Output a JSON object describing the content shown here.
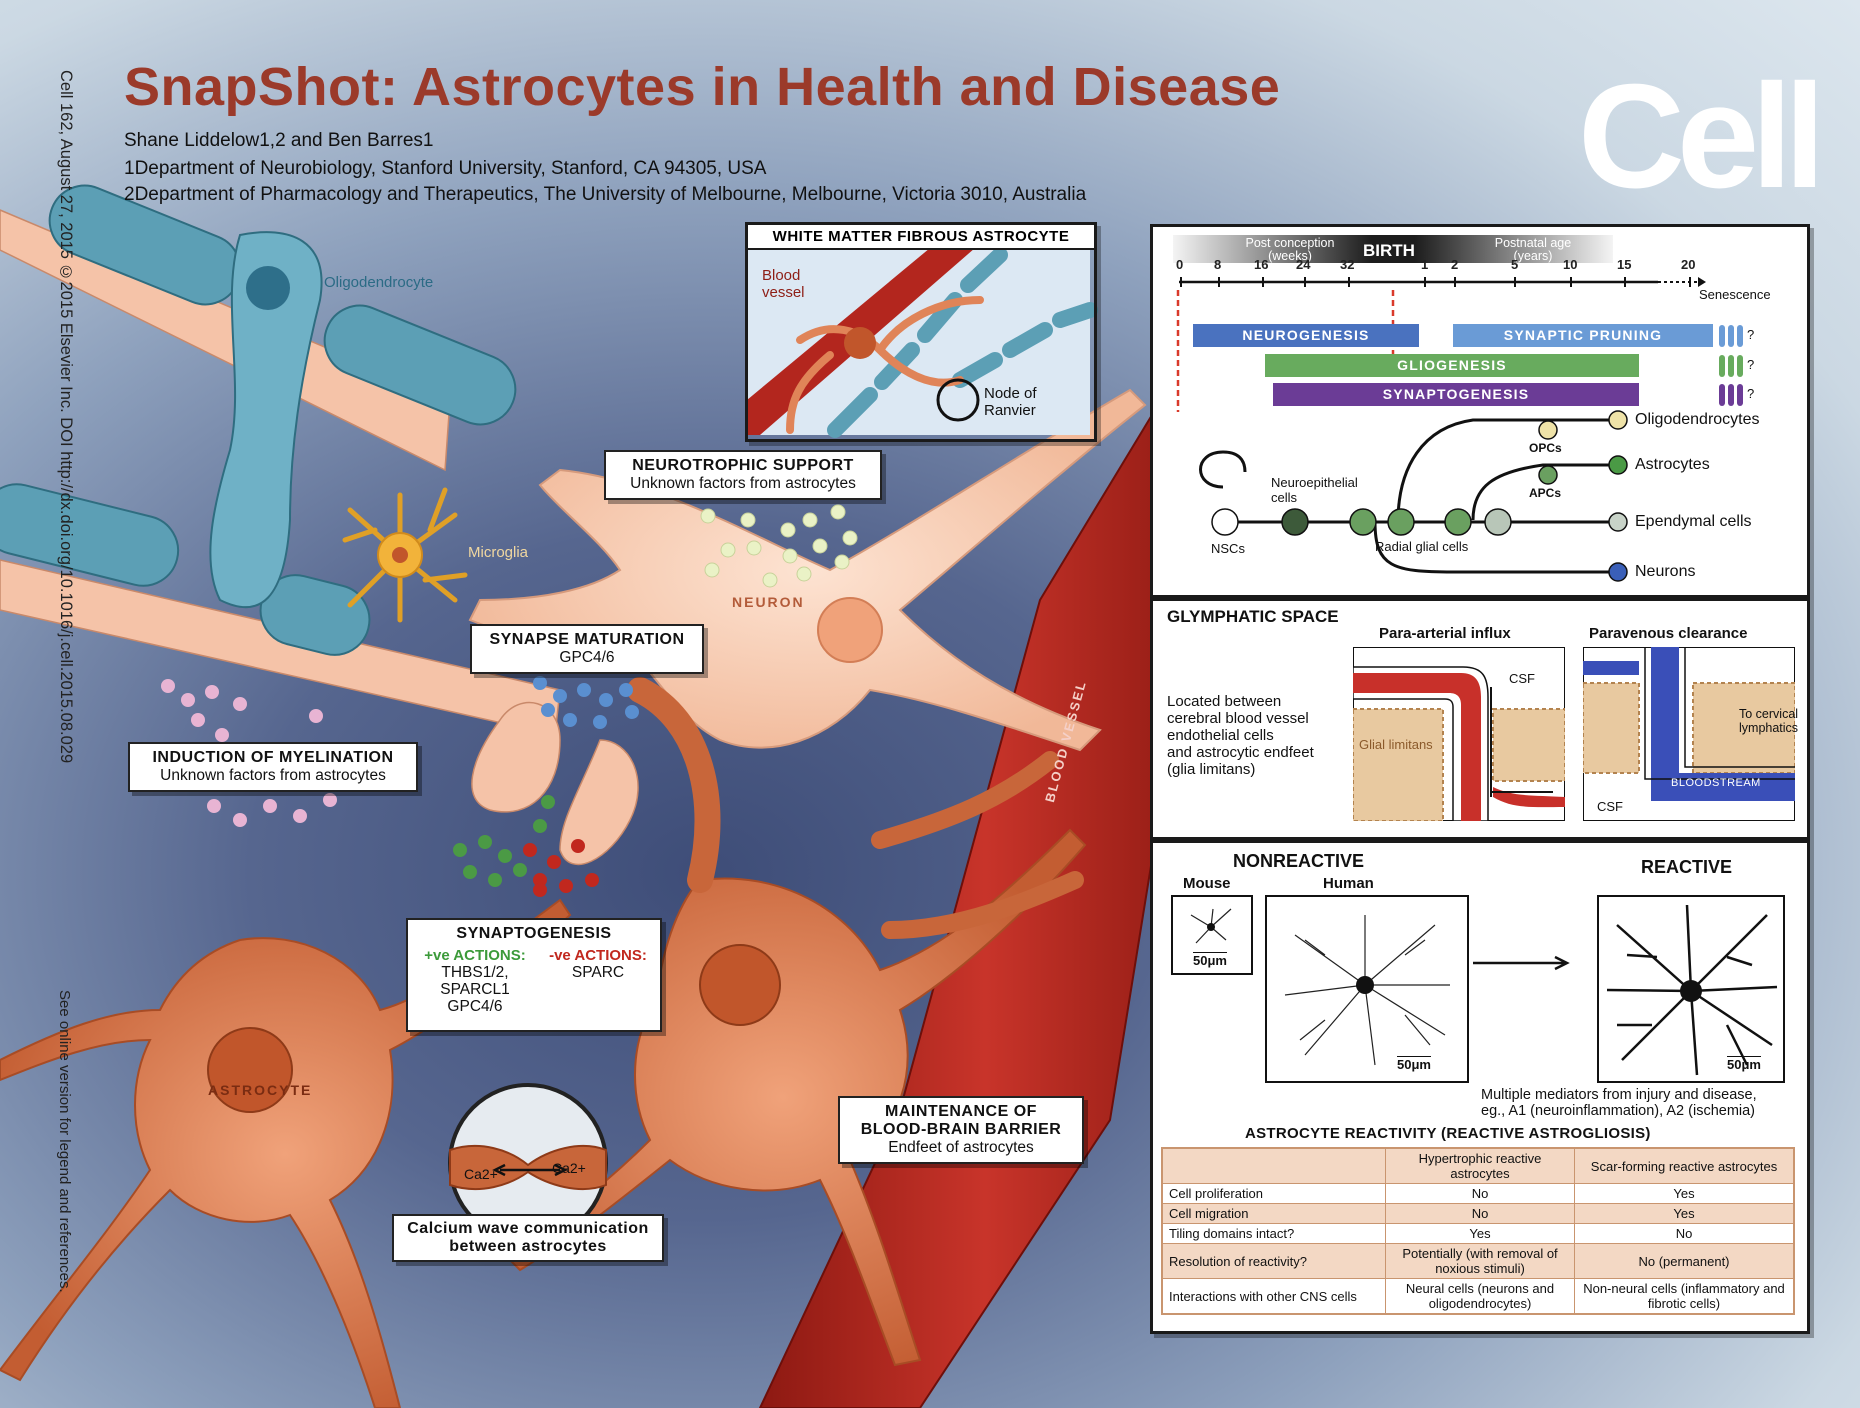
{
  "header": {
    "title": "SnapShot: Astrocytes in Health and Disease",
    "authors": "Shane Liddelow1,2 and Ben Barres1",
    "affiliation_1": "1Department of Neurobiology, Stanford University, Stanford, CA 94305, USA",
    "affiliation_2": "2Department of Pharmacology and Therapeutics, The University of Melbourne, Melbourne, Victoria 3010, Australia",
    "journal_logo": "Cell"
  },
  "sidebar": {
    "citation": "Cell 162, August 27, 2015 ©2015 Elsevier Inc.    DOI http://dx.doi.org/10.1016/j.cell.2015.08.029",
    "online_note": "See online version for legend and references."
  },
  "illustration": {
    "labels": {
      "oligodendrocyte": "Oligodendrocyte",
      "microglia": "Microglia",
      "neuron": "NEURON",
      "astrocyte": "ASTROCYTE",
      "blood_vessel": "BLOOD VESSEL",
      "ca_left": "Ca2+",
      "ca_right": "Ca2+"
    },
    "white_matter": {
      "heading": "WHITE MATTER FIBROUS ASTROCYTE",
      "blood_vessel": "Blood vessel",
      "node": "Node of Ranvier"
    },
    "callouts": {
      "neurotrophic_heading": "NEUROTROPHIC SUPPORT",
      "neurotrophic_text": "Unknown factors from astrocytes",
      "synapse_heading": "SYNAPSE MATURATION",
      "synapse_text": "GPC4/6",
      "myelination_heading": "INDUCTION OF MYELINATION",
      "myelination_text": "Unknown factors from astrocytes",
      "synaptogenesis_heading": "SYNAPTOGENESIS",
      "pos_actions": "+ve ACTIONS:",
      "pos_list": [
        "THBS1/2,",
        "SPARCL1",
        "GPC4/6"
      ],
      "neg_actions": "-ve ACTIONS:",
      "neg_list": "SPARC",
      "bbb_heading_1": "MAINTENANCE OF",
      "bbb_heading_2": "BLOOD-BRAIN BARRIER",
      "bbb_text": "Endfeet of astrocytes",
      "calcium_1": "Calcium wave communication",
      "calcium_2": "between astrocytes"
    },
    "colors": {
      "astrocyte": "#c8663a",
      "neuron": "#f6cbb0",
      "oligodendrocyte": "#5c9fb5",
      "vessel": "#b3261e",
      "title": "#9b3a2a"
    }
  },
  "timeline_panel": {
    "prenatal_label": "Post conception (weeks)",
    "birth": "BIRTH",
    "postnatal_label": "Postnatal age (years)",
    "prenatal_ticks": [
      "0",
      "8",
      "16",
      "24",
      "32"
    ],
    "postnatal_ticks": [
      "1",
      "2",
      "5",
      "10",
      "15",
      "20"
    ],
    "senescence": "Senescence",
    "bars": {
      "neurogenesis": "NEUROGENESIS",
      "synaptic_pruning": "SYNAPTIC PRUNING",
      "gliogenesis": "GLIOGENESIS",
      "synaptogenesis": "SYNAPTOGENESIS",
      "question": "?"
    },
    "lineage": {
      "nscs": "NSCs",
      "neuroepithelial": "Neuroepithelial cells",
      "radial_glial": "Radial glial cells",
      "opcs": "OPCs",
      "apcs": "APCs",
      "oligodendrocytes": "Oligodendrocytes",
      "astrocytes": "Astrocytes",
      "ependymal": "Ependymal cells",
      "neurons": "Neurons"
    },
    "colors": {
      "neurogenesis": "#4a72bf",
      "pruning": "#6a9bd6",
      "gliogenesis": "#68ab5e",
      "synaptogenesis": "#6b3c96"
    }
  },
  "glymphatic_panel": {
    "heading": "GLYMPHATIC SPACE",
    "description": [
      "Located between",
      "cerebral blood vessel",
      "endothelial cells",
      "and astrocytic endfeet",
      "(glia limitans)"
    ],
    "para_arterial": "Para-arterial influx",
    "paravenous": "Paravenous clearance",
    "csf": "CSF",
    "glia_limitans": "Glial limitans",
    "cervical": "To cervical lymphatics",
    "bloodstream": "BLOODSTREAM",
    "csf2": "CSF"
  },
  "reactivity_panel": {
    "nonreactive": "NONREACTIVE",
    "mouse": "Mouse",
    "human": "Human",
    "reactive": "REACTIVE",
    "scale_mouse": "50μm",
    "scale_human": "50μm",
    "scale_reactive": "50μm",
    "mediators": [
      "Multiple mediators from injury and disease,",
      "eg., A1 (neuroinflammation), A2 (ischemia)"
    ],
    "table_title": "ASTROCYTE REACTIVITY (REACTIVE ASTROGLIOSIS)",
    "columns": [
      "",
      "Hypertrophic reactive astrocytes",
      "Scar-forming reactive astrocytes"
    ],
    "rows": [
      [
        "Cell proliferation",
        "No",
        "Yes"
      ],
      [
        "Cell migration",
        "No",
        "Yes"
      ],
      [
        "Tiling domains intact?",
        "Yes",
        "No"
      ],
      [
        "Resolution of reactivity?",
        "Potentially (with removal of noxious stimuli)",
        "No (permanent)"
      ],
      [
        "Interactions with other CNS cells",
        "Neural cells (neurons and oligodendrocytes)",
        "Non-neural cells (inflammatory and fibrotic cells)"
      ]
    ]
  }
}
